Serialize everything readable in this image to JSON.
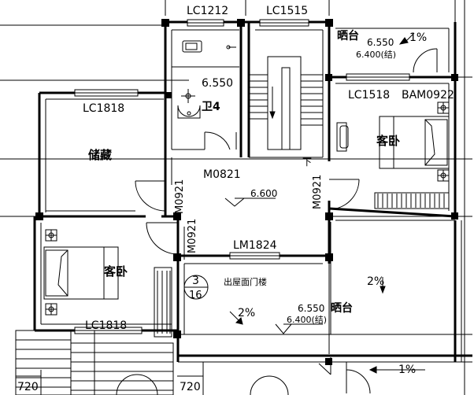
{
  "labels": {
    "win_top_left": "LC1212",
    "win_top_mid": "LC1515",
    "terrace_top": "晒台",
    "elev_terrace_top_1": "6.550",
    "elev_terrace_top_2": "6.400(结)",
    "slope_top": "1%",
    "bath_elev": "6.550",
    "bath_name": "卫4",
    "win_storage": "LC1818",
    "storage_name": "储藏",
    "win_bed_right": "LC1518",
    "door_bed_right": "BAM0922",
    "bed_right_name": "客卧",
    "door_bath": "M0821",
    "stair_down": "下",
    "hall_elev": "6.600",
    "door_storage": "M0921",
    "door_bed_right_side": "M0921",
    "door_bed_left": "M0921",
    "door_roof": "LM1824",
    "bed_left_name": "客卧",
    "detail_num": "3",
    "detail_sheet": "16",
    "roof_exit": "出屋面门楼",
    "slope_roof": "2%",
    "slope_right": "2%",
    "elev_terrace_bot_1": "6.550",
    "elev_terrace_bot_2": "6.400(结)",
    "terrace_bot": "晒台",
    "win_bed_left": "LC1818",
    "slope_bottom": "1%",
    "dim_left": "720",
    "dim_mid": "720"
  },
  "colors": {
    "line": "#000000",
    "background": "#ffffff"
  }
}
